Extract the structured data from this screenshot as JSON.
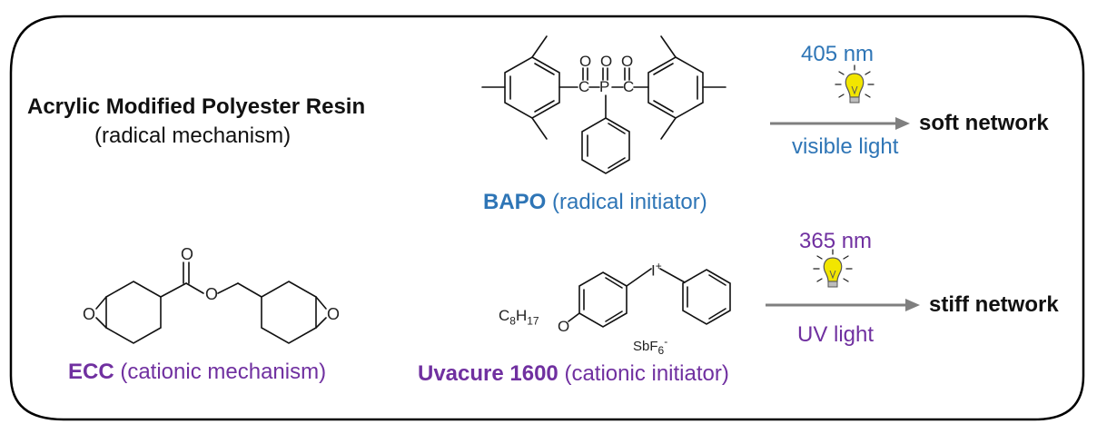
{
  "resins": {
    "acrylic": {
      "title": "Acrylic Modified Polyester Resin",
      "subtitle": "(radical mechanism)"
    },
    "ecc": {
      "name": "ECC",
      "desc": "(cationic mechanism)"
    }
  },
  "initiators": {
    "bapo": {
      "name": "BAPO",
      "desc": "(radical initiator)"
    },
    "uvacure": {
      "name": "Uvacure 1600",
      "desc": "(cationic initiator)"
    }
  },
  "reactions": {
    "visible": {
      "wavelength": "405 nm",
      "light": "visible light",
      "product": "soft network"
    },
    "uv": {
      "wavelength": "365 nm",
      "light": "UV light",
      "product": "stiff network"
    }
  },
  "atoms": {
    "carbon": "C",
    "oxygen": "O",
    "phosphorus": "P",
    "iodine": "I",
    "plus": "+",
    "octyl_c": "C",
    "octyl_c_count": "8",
    "octyl_h": "H",
    "octyl_h_count": "17",
    "sbf": "SbF",
    "sbf_count": "6",
    "minus": "-"
  },
  "colors": {
    "blue": "#2e75b6",
    "purple": "#7030a0",
    "arrow": "#7f7f7f",
    "bulb": "#f2e600"
  },
  "icons": [
    "lightbulb-icon",
    "arrow-right-icon"
  ]
}
